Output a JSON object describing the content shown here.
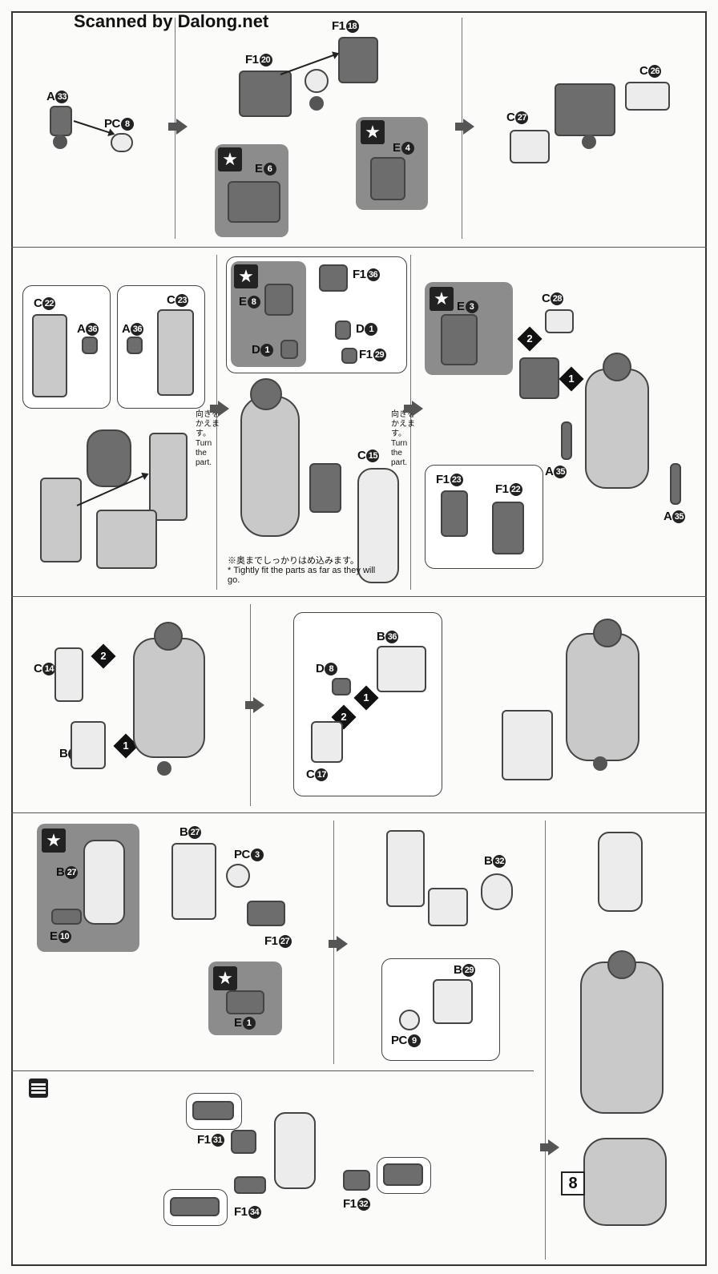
{
  "watermark": "Scanned by Dalong.net",
  "labels": {
    "a33": "A",
    "a33n": "33",
    "pc8": "PC",
    "pc8n": "8",
    "f1_20": "F1",
    "f1_20n": "20",
    "f1_18": "F1",
    "f1_18n": "18",
    "e6": "E",
    "e6n": "6",
    "e4": "E",
    "e4n": "4",
    "c26": "C",
    "c26n": "26",
    "c27": "C",
    "c27n": "27",
    "c22": "C",
    "c22n": "22",
    "a36a": "A",
    "a36an": "36",
    "c23": "C",
    "c23n": "23",
    "a36b": "A",
    "a36bn": "36",
    "e8": "E",
    "e8n": "8",
    "d1a": "D",
    "d1an": "1",
    "f1_36": "F1",
    "f1_36n": "36",
    "d1b": "D",
    "d1bn": "1",
    "f1_29": "F1",
    "f1_29n": "29",
    "c15": "C",
    "c15n": "15",
    "e3": "E",
    "e3n": "3",
    "c28": "C",
    "c28n": "28",
    "a35a": "A",
    "a35an": "35",
    "a35b": "A",
    "a35bn": "35",
    "f1_23": "F1",
    "f1_23n": "23",
    "f1_22": "F1",
    "f1_22n": "22",
    "c14": "C",
    "c14n": "14",
    "b34": "B",
    "b34n": "34",
    "d8": "D",
    "d8n": "8",
    "b36": "B",
    "b36n": "36",
    "c17": "C",
    "c17n": "17",
    "b27a": "B",
    "b27an": "27",
    "e10": "E",
    "e10n": "10",
    "b27b": "B",
    "b27bn": "27",
    "pc3": "PC",
    "pc3n": "3",
    "f1_27": "F1",
    "f1_27n": "27",
    "e1": "E",
    "e1n": "1",
    "b32": "B",
    "b32n": "32",
    "b29": "B",
    "b29n": "29",
    "pc9": "PC",
    "pc9n": "9",
    "f1_31": "F1",
    "f1_31n": "31",
    "f1_34": "F1",
    "f1_34n": "34",
    "f1_32": "F1",
    "f1_32n": "32"
  },
  "steps": {
    "s1": "1",
    "s2": "2"
  },
  "notes": {
    "turn_jp_a": "向きを かえます。",
    "turn_en_a": "Turn the part.",
    "turn_jp_b": "向きを かえます。",
    "turn_en_b": "Turn the part.",
    "fit_jp": "※奥までしっかりはめ込みます。",
    "fit_en": "* Tightly fit the parts as far as they will go."
  },
  "page_number": "8",
  "icons": [
    "star-icon",
    "arrow-right-icon",
    "runner-icon"
  ]
}
